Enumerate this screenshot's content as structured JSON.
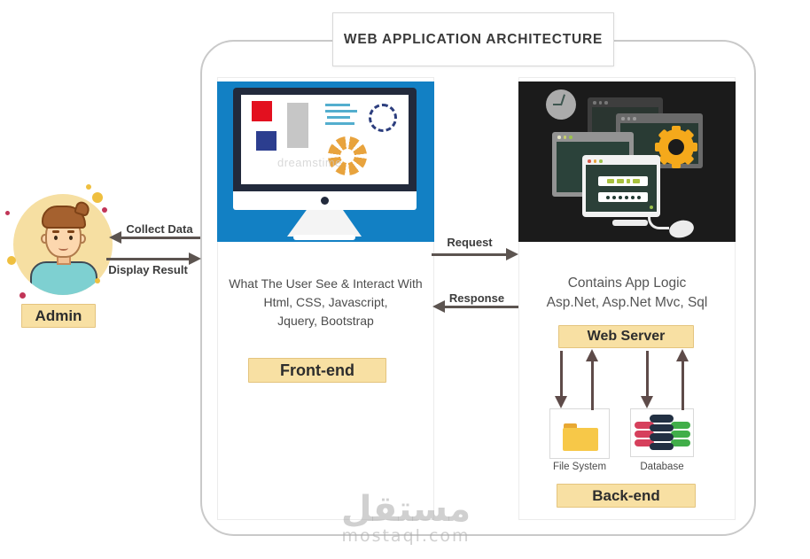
{
  "title": "WEB APPLICATION ARCHITECTURE",
  "admin": {
    "label": "Admin"
  },
  "connections": {
    "collect_data": "Collect Data",
    "display_result": "Display Result",
    "request": "Request",
    "response": "Response"
  },
  "frontend": {
    "description_lines": [
      "What The User See & Interact With",
      "Html, CSS, Javascript,",
      "Jquery, Bootstrap"
    ],
    "label": "Front-end"
  },
  "backend": {
    "description_lines": [
      "Contains App Logic",
      "Asp.Net, Asp.Net Mvc, Sql"
    ],
    "web_server": "Web Server",
    "file_system": "File System",
    "database": "Database",
    "label": "Back-end"
  },
  "watermarks": {
    "site_arabic": "مستقل",
    "site_domain": "mostaql.com",
    "stock": "dreamstime"
  },
  "colors": {
    "cream": "#F8E0A3",
    "cream_border": "#E4C47E",
    "frontend_blue": "#1280C4",
    "backend_dark": "#1B1B1B",
    "arrow_gray": "#5C5450",
    "arrow_brown": "#5E4B49",
    "gear_orange": "#F5A91B",
    "db_red": "#D6405C",
    "db_navy": "#223043",
    "db_green": "#41AE49",
    "folder_yellow": "#F7C848"
  }
}
